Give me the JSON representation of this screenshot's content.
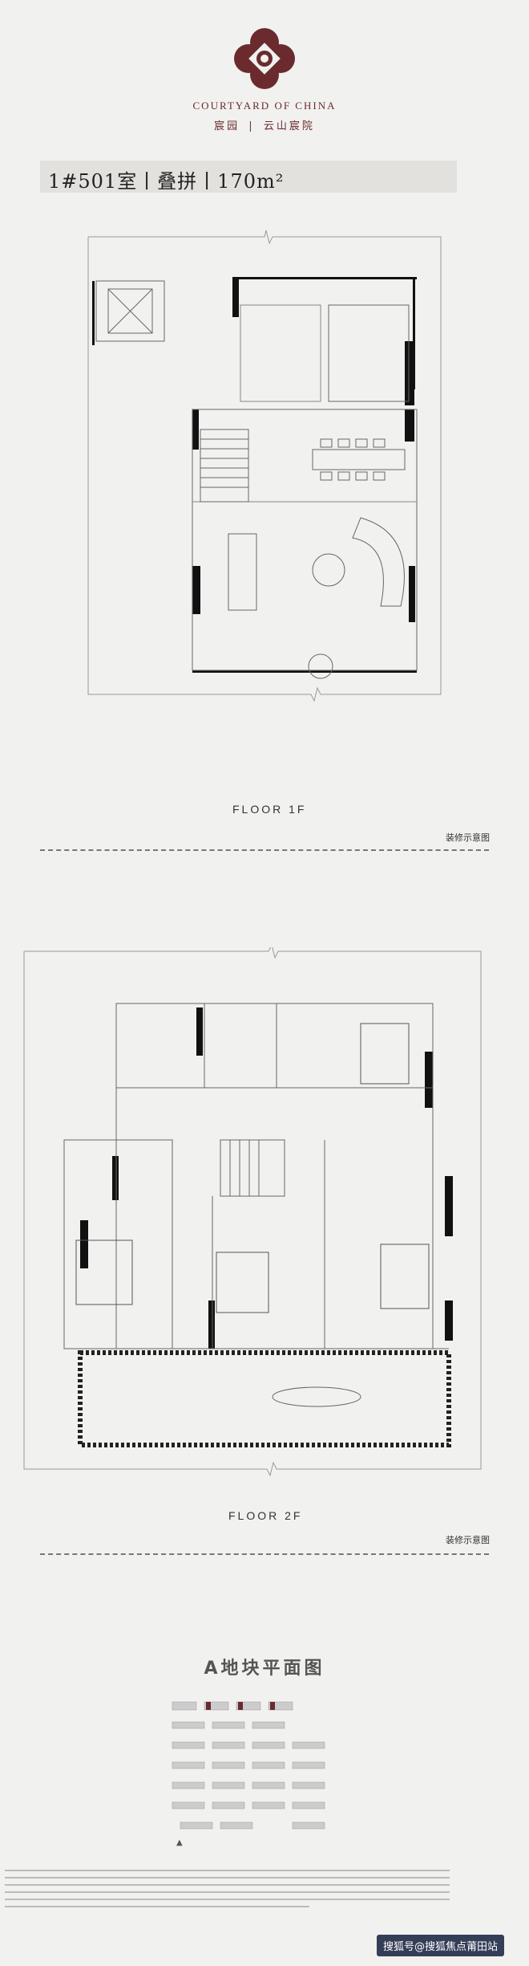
{
  "brand": {
    "name": "COURTYARD OF CHINA",
    "sub_left": "宸园",
    "sub_right": "云山宸院"
  },
  "unit_title": {
    "text": "1#501室丨叠拼丨170m²",
    "code": "1#501室",
    "type": "叠拼",
    "area": "170m²"
  },
  "floor1": {
    "label": "FLOOR 1F",
    "note": "装修示意图"
  },
  "floor2": {
    "label": "FLOOR 2F",
    "note": "装修示意图"
  },
  "site_plan": {
    "title": "A地块平面图"
  },
  "watermark": "搜狐号@搜狐焦点莆田站",
  "colors": {
    "brand": "#6b2a2e",
    "wall": "#111111",
    "background": "#f1f1ef"
  }
}
